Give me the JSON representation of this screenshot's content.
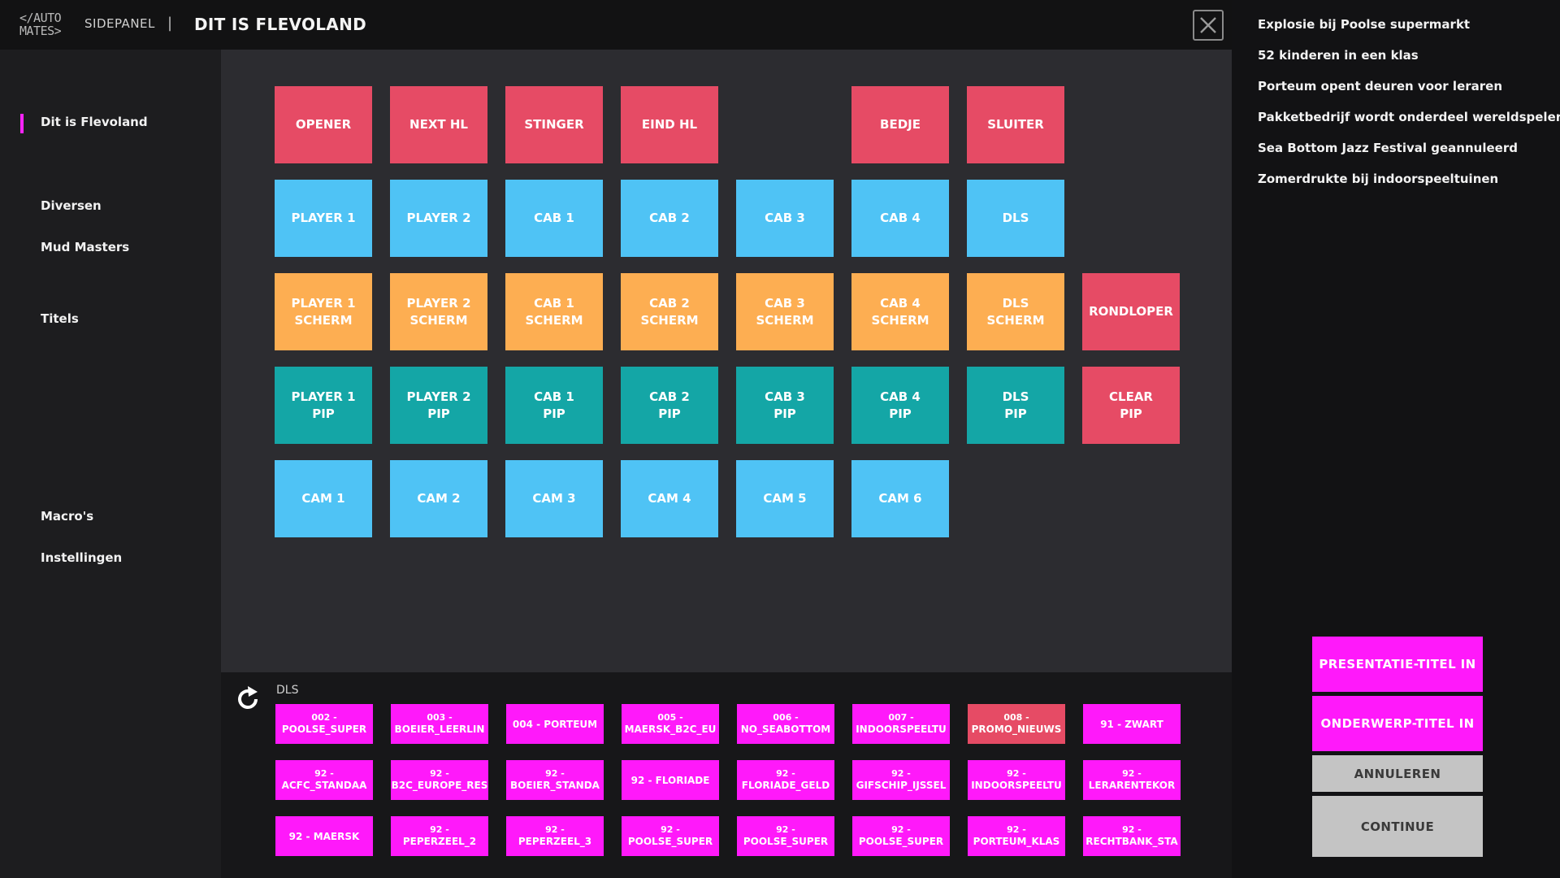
{
  "header": {
    "logo_line1": "</AUTO",
    "logo_line2": "MATES>",
    "sidepanel_label": "SIDEPANEL",
    "separator": "|",
    "title": "DIT IS FLEVOLAND"
  },
  "colors": {
    "red": "#e64b65",
    "blue": "#4fc3f5",
    "orange": "#fdae52",
    "teal": "#14a6a6",
    "magenta": "#ff19fa",
    "grey_btn": "#c4c4c4",
    "accent": "#ff24ff"
  },
  "sidebar": {
    "items": [
      {
        "label": "Dit is Flevoland",
        "active": true
      },
      {
        "label": "Diversen"
      },
      {
        "label": "Mud Masters"
      },
      {
        "label": "Titels"
      },
      {
        "label": "Macro's"
      },
      {
        "label": "Instellingen"
      }
    ]
  },
  "grid": {
    "rows": [
      [
        {
          "label": "OPENER",
          "color": "red"
        },
        {
          "label": "NEXT HL",
          "color": "red"
        },
        {
          "label": "STINGER",
          "color": "red"
        },
        {
          "label": "EIND HL",
          "color": "red"
        },
        null,
        {
          "label": "BEDJE",
          "color": "red"
        },
        {
          "label": "SLUITER",
          "color": "red"
        }
      ],
      [
        {
          "label": "PLAYER 1",
          "color": "blue"
        },
        {
          "label": "PLAYER 2",
          "color": "blue"
        },
        {
          "label": "CAB 1",
          "color": "blue"
        },
        {
          "label": "CAB 2",
          "color": "blue"
        },
        {
          "label": "CAB 3",
          "color": "blue"
        },
        {
          "label": "CAB 4",
          "color": "blue"
        },
        {
          "label": "DLS",
          "color": "blue"
        }
      ],
      [
        {
          "label": "PLAYER 1\nSCHERM",
          "color": "orange"
        },
        {
          "label": "PLAYER 2\nSCHERM",
          "color": "orange"
        },
        {
          "label": "CAB 1\nSCHERM",
          "color": "orange"
        },
        {
          "label": "CAB 2\nSCHERM",
          "color": "orange"
        },
        {
          "label": "CAB 3\nSCHERM",
          "color": "orange"
        },
        {
          "label": "CAB 4\nSCHERM",
          "color": "orange"
        },
        {
          "label": "DLS\nSCHERM",
          "color": "orange"
        },
        {
          "label": "RONDLOPER",
          "color": "red"
        }
      ],
      [
        {
          "label": "PLAYER 1\nPIP",
          "color": "teal"
        },
        {
          "label": "PLAYER 2\nPIP",
          "color": "teal"
        },
        {
          "label": "CAB 1\nPIP",
          "color": "teal"
        },
        {
          "label": "CAB 2\nPIP",
          "color": "teal"
        },
        {
          "label": "CAB 3\nPIP",
          "color": "teal"
        },
        {
          "label": "CAB 4\nPIP",
          "color": "teal"
        },
        {
          "label": "DLS\nPIP",
          "color": "teal"
        },
        {
          "label": "CLEAR\nPIP",
          "color": "red"
        }
      ],
      [
        {
          "label": "CAM 1",
          "color": "blue"
        },
        {
          "label": "CAM 2",
          "color": "blue"
        },
        {
          "label": "CAM 3",
          "color": "blue"
        },
        {
          "label": "CAM 4",
          "color": "blue"
        },
        {
          "label": "CAM 5",
          "color": "blue"
        },
        {
          "label": "CAM 6",
          "color": "blue"
        }
      ]
    ]
  },
  "dls": {
    "label": "DLS",
    "rows": [
      [
        {
          "l1": "002 -",
          "l2": "POOLSE_SUPER"
        },
        {
          "l1": "003 -",
          "l2": "BOEIER_LEERLIN"
        },
        {
          "l1": "",
          "l2": "004 - PORTEUM"
        },
        {
          "l1": "005 -",
          "l2": "MAERSK_B2C_EU"
        },
        {
          "l1": "006 -",
          "l2": "NO_SEABOTTOM"
        },
        {
          "l1": "007 -",
          "l2": "INDOORSPEELTU"
        },
        {
          "l1": "008 -",
          "l2": "PROMO_NIEUWS",
          "color": "red"
        },
        {
          "l1": "",
          "l2": "91 - ZWART"
        }
      ],
      [
        {
          "l1": "92 -",
          "l2": "ACFC_STANDAA"
        },
        {
          "l1": "92 -",
          "l2": "B2C_EUROPE_RES"
        },
        {
          "l1": "92 -",
          "l2": "BOEIER_STANDA"
        },
        {
          "l1": "",
          "l2": "92 - FLORIADE"
        },
        {
          "l1": "92 -",
          "l2": "FLORIADE_GELD"
        },
        {
          "l1": "92 -",
          "l2": "GIFSCHIP_IJSSEL"
        },
        {
          "l1": "92 -",
          "l2": "INDOORSPEELTU"
        },
        {
          "l1": "92 -",
          "l2": "LERARENTEKOR"
        }
      ],
      [
        {
          "l1": "",
          "l2": "92 - MAERSK"
        },
        {
          "l1": "92 -",
          "l2": "PEPERZEEL_2"
        },
        {
          "l1": "92 -",
          "l2": "PEPERZEEL_3"
        },
        {
          "l1": "92 -",
          "l2": "POOLSE_SUPER"
        },
        {
          "l1": "92 -",
          "l2": "POOLSE_SUPER"
        },
        {
          "l1": "92 -",
          "l2": "POOLSE_SUPER"
        },
        {
          "l1": "92 -",
          "l2": "PORTEUM_KLAS"
        },
        {
          "l1": "92 -",
          "l2": "RECHTBANK_STA"
        }
      ]
    ]
  },
  "news": [
    "Explosie bij Poolse supermarkt",
    "52 kinderen in een klas",
    "Porteum opent deuren voor leraren",
    "Pakketbedrijf wordt onderdeel wereldspeler",
    "Sea Bottom Jazz Festival geannuleerd",
    "Zomerdrukte bij indoorspeeltuinen"
  ],
  "actions": {
    "presentatie": "PRESENTATIE-TITEL IN",
    "onderwerp": "ONDERWERP-TITEL IN",
    "annuleren": "ANNULEREN",
    "continue": "CONTINUE"
  }
}
